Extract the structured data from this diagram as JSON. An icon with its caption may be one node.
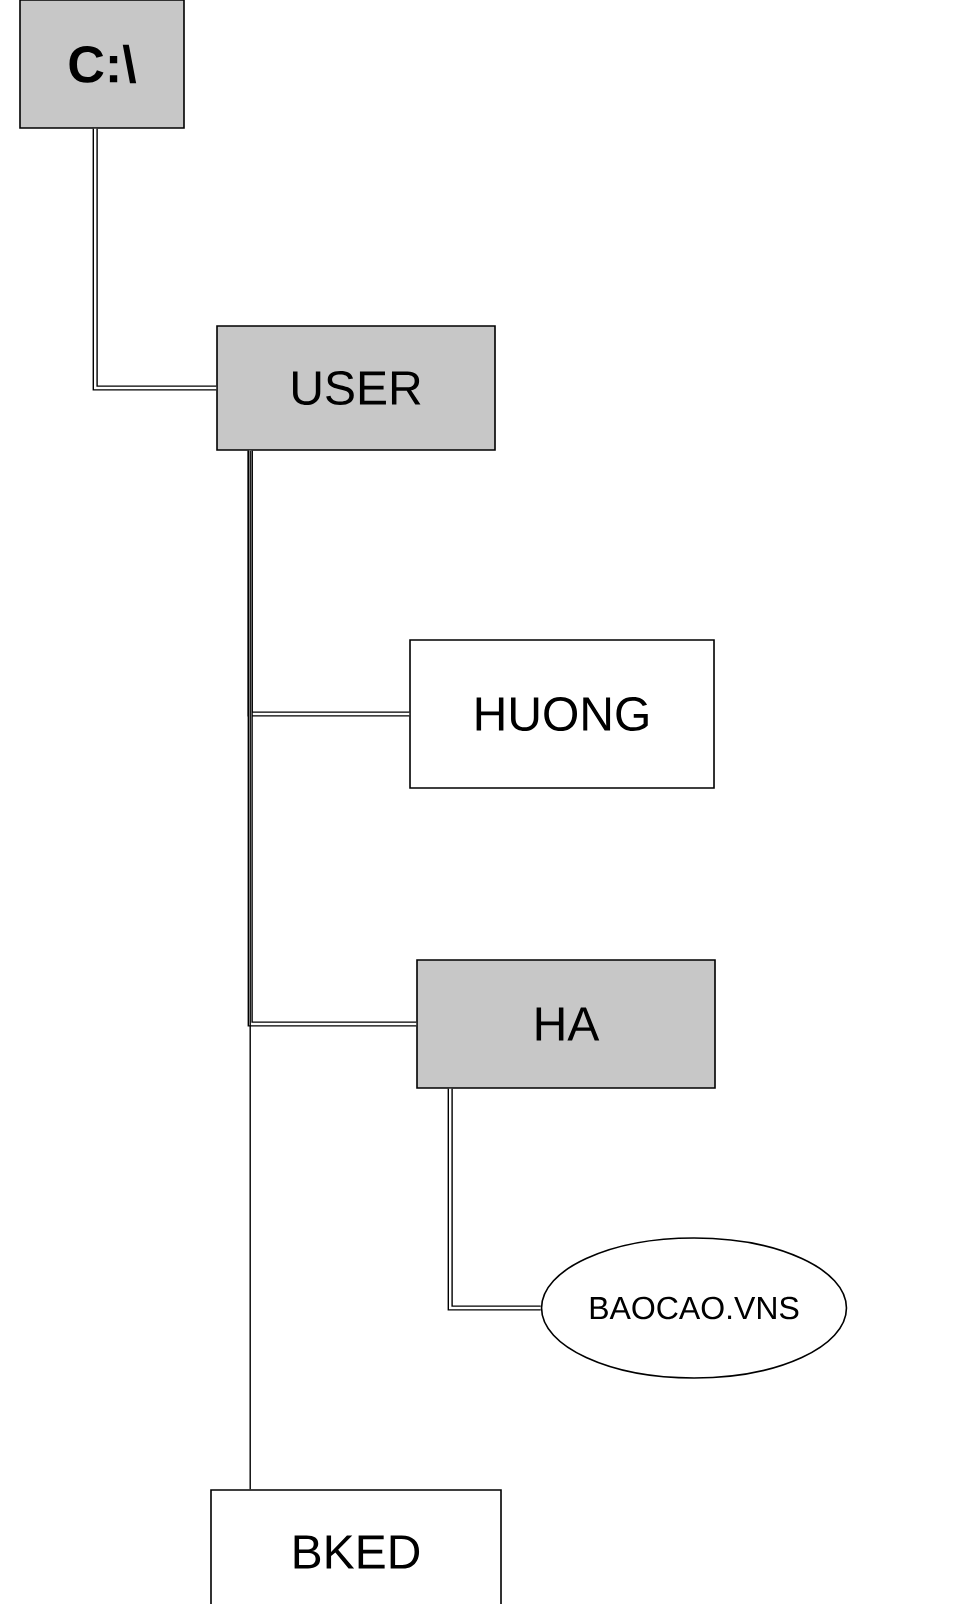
{
  "diagram": {
    "nodes": [
      {
        "text": [
          "C:\\"
        ]
      },
      {
        "text": [
          "USER"
        ]
      },
      {
        "text": [
          "HUONG"
        ]
      },
      {
        "text": [
          "HA"
        ]
      },
      {
        "text": [
          "BAOCAO.VNS"
        ]
      },
      {
        "text": [
          "BKED"
        ]
      }
    ],
    "edges": [
      {
        "from": 0,
        "to": 1,
        "arrow": "none"
      },
      {
        "from": 1,
        "to": 2,
        "arrow": "none"
      },
      {
        "from": 1,
        "to": 3,
        "arrow": "none"
      },
      {
        "from": 1,
        "to": 5,
        "arrow": "none"
      },
      {
        "from": 3,
        "to": 4,
        "arrow": "none"
      }
    ]
  }
}
